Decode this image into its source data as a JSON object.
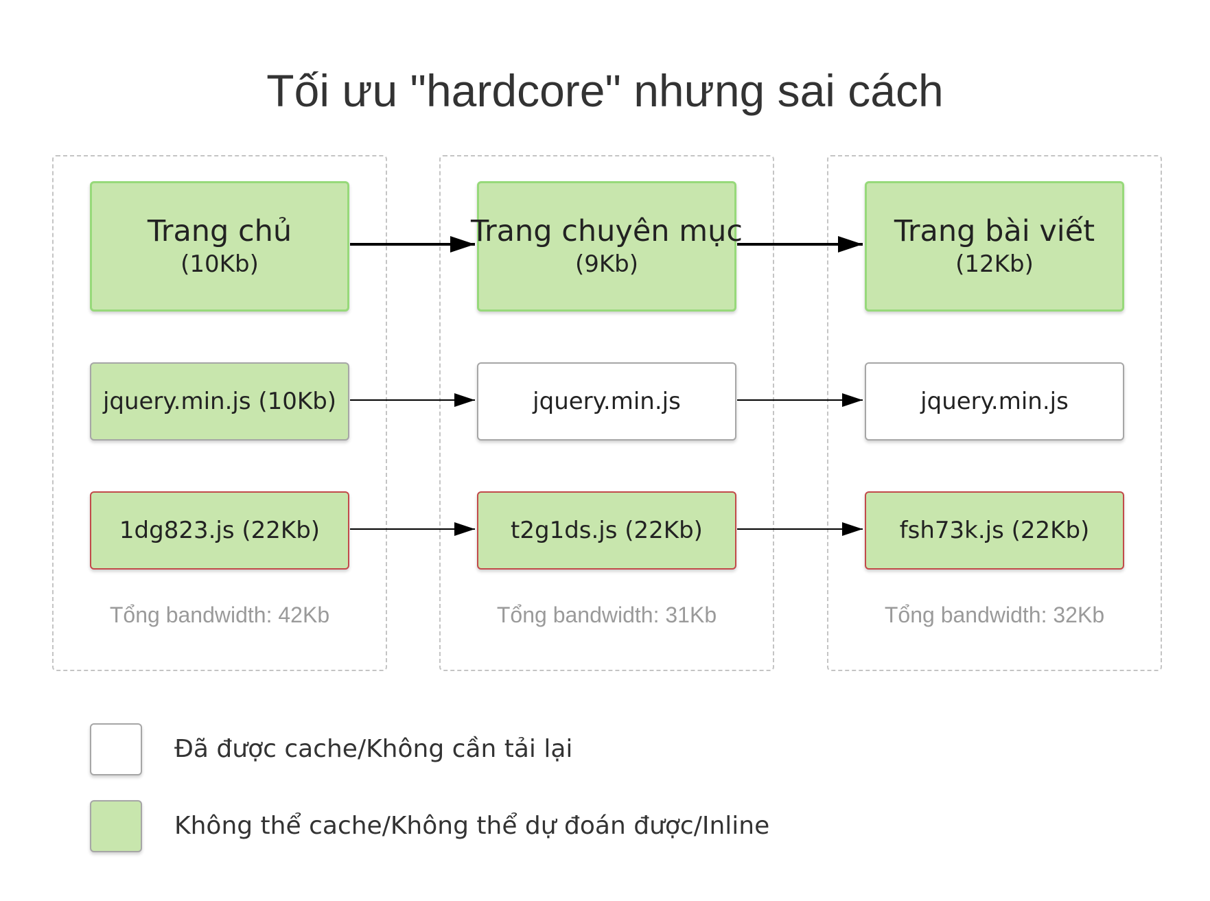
{
  "title": "Tối ưu \"hardcore\" nhưng sai cách",
  "colors": {
    "loaded_fill": "#c8e6ad",
    "loaded_border": "#97d97a",
    "cached_fill": "#ffffff",
    "unpredictable_border": "#c24a4a",
    "total_text": "#9a9a9a"
  },
  "columns": [
    {
      "page_name": "Trang chủ",
      "page_size": "(10Kb)",
      "lib_label": "jquery.min.js (10Kb)",
      "lib_state": "loaded",
      "bundle_label": "1dg823.js (22Kb)",
      "total": "Tổng bandwidth: 42Kb"
    },
    {
      "page_name": "Trang chuyên mục",
      "page_size": "(9Kb)",
      "lib_label": "jquery.min.js",
      "lib_state": "cached",
      "bundle_label": "t2g1ds.js (22Kb)",
      "total": "Tổng bandwidth: 31Kb"
    },
    {
      "page_name": "Trang bài viết",
      "page_size": "(12Kb)",
      "lib_label": "jquery.min.js",
      "lib_state": "cached",
      "bundle_label": "fsh73k.js (22Kb)",
      "total": "Tổng bandwidth: 32Kb"
    }
  ],
  "legend": [
    {
      "label": "Đã được cache/Không cần tải lại",
      "swatch": "cached"
    },
    {
      "label": "Không thể cache/Không thể dự đoán được/Inline",
      "swatch": "loaded"
    }
  ]
}
